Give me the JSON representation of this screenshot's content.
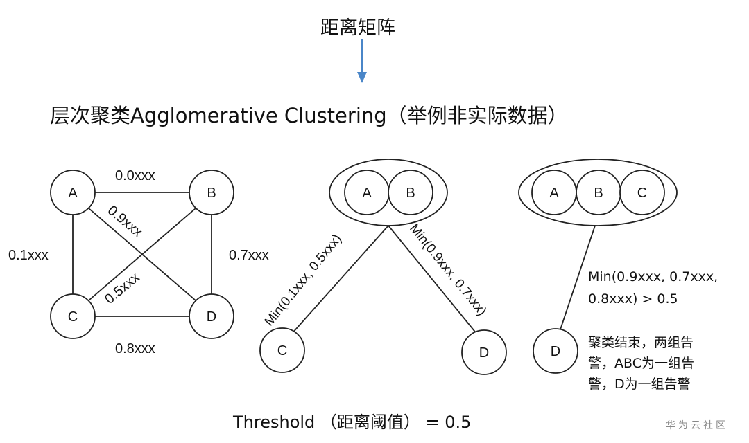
{
  "header": {
    "title": "距离矩阵"
  },
  "main": {
    "title": "层次聚类Agglomerative Clustering（举例非实际数据）"
  },
  "graph": {
    "nodes": {
      "a": "A",
      "b": "B",
      "c": "C",
      "d": "D"
    },
    "edges": {
      "ab": "0.0xxx",
      "ac": "0.1xxx",
      "bd": "0.7xxx",
      "cd": "0.8xxx",
      "ad": "0.9xxx",
      "bc": "0.5xxx"
    }
  },
  "step1": {
    "cluster": [
      "A",
      "B"
    ],
    "left_node": "C",
    "right_node": "D",
    "left_edge": "Min(0.1xxx, 0.5xxx)",
    "right_edge": "Min(0.9xxx, 0.7xxx)"
  },
  "step2": {
    "cluster": [
      "A",
      "B",
      "C"
    ],
    "node": "D",
    "condition": "Min(0.9xxx, 0.7xxx,\n0.8xxx) > 0.5",
    "conclusion": "聚类结束，两组告\n警，ABC为一组告\n警，D为一组告警"
  },
  "footer": {
    "threshold": "Threshold （距离阈值） = 0.5",
    "watermark": "华为云社区"
  },
  "colors": {
    "arrow": "#4a86c8",
    "stroke": "#222222"
  }
}
